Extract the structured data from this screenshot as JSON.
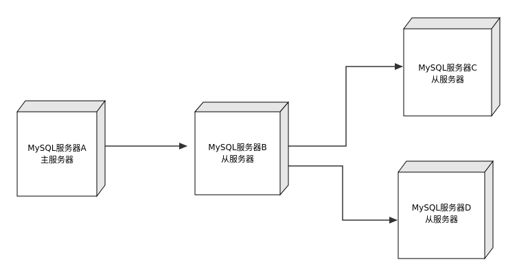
{
  "nodes": {
    "a": {
      "line1": "MySQL服务器A",
      "line2": "主服务器"
    },
    "b": {
      "line1": "MySQL服务器B",
      "line2": "从服务器"
    },
    "c": {
      "line1": "MySQL服务器C",
      "line2": "从服务器"
    },
    "d": {
      "line1": "MySQL服务器D",
      "line2": "从服务器"
    }
  },
  "edges": [
    {
      "from": "a",
      "to": "b"
    },
    {
      "from": "b",
      "to": "c"
    },
    {
      "from": "b",
      "to": "d"
    }
  ],
  "colors": {
    "box_fill": "#ffffff",
    "box_side": "#e6e6e6",
    "stroke": "#000000",
    "arrow": "#333333"
  }
}
